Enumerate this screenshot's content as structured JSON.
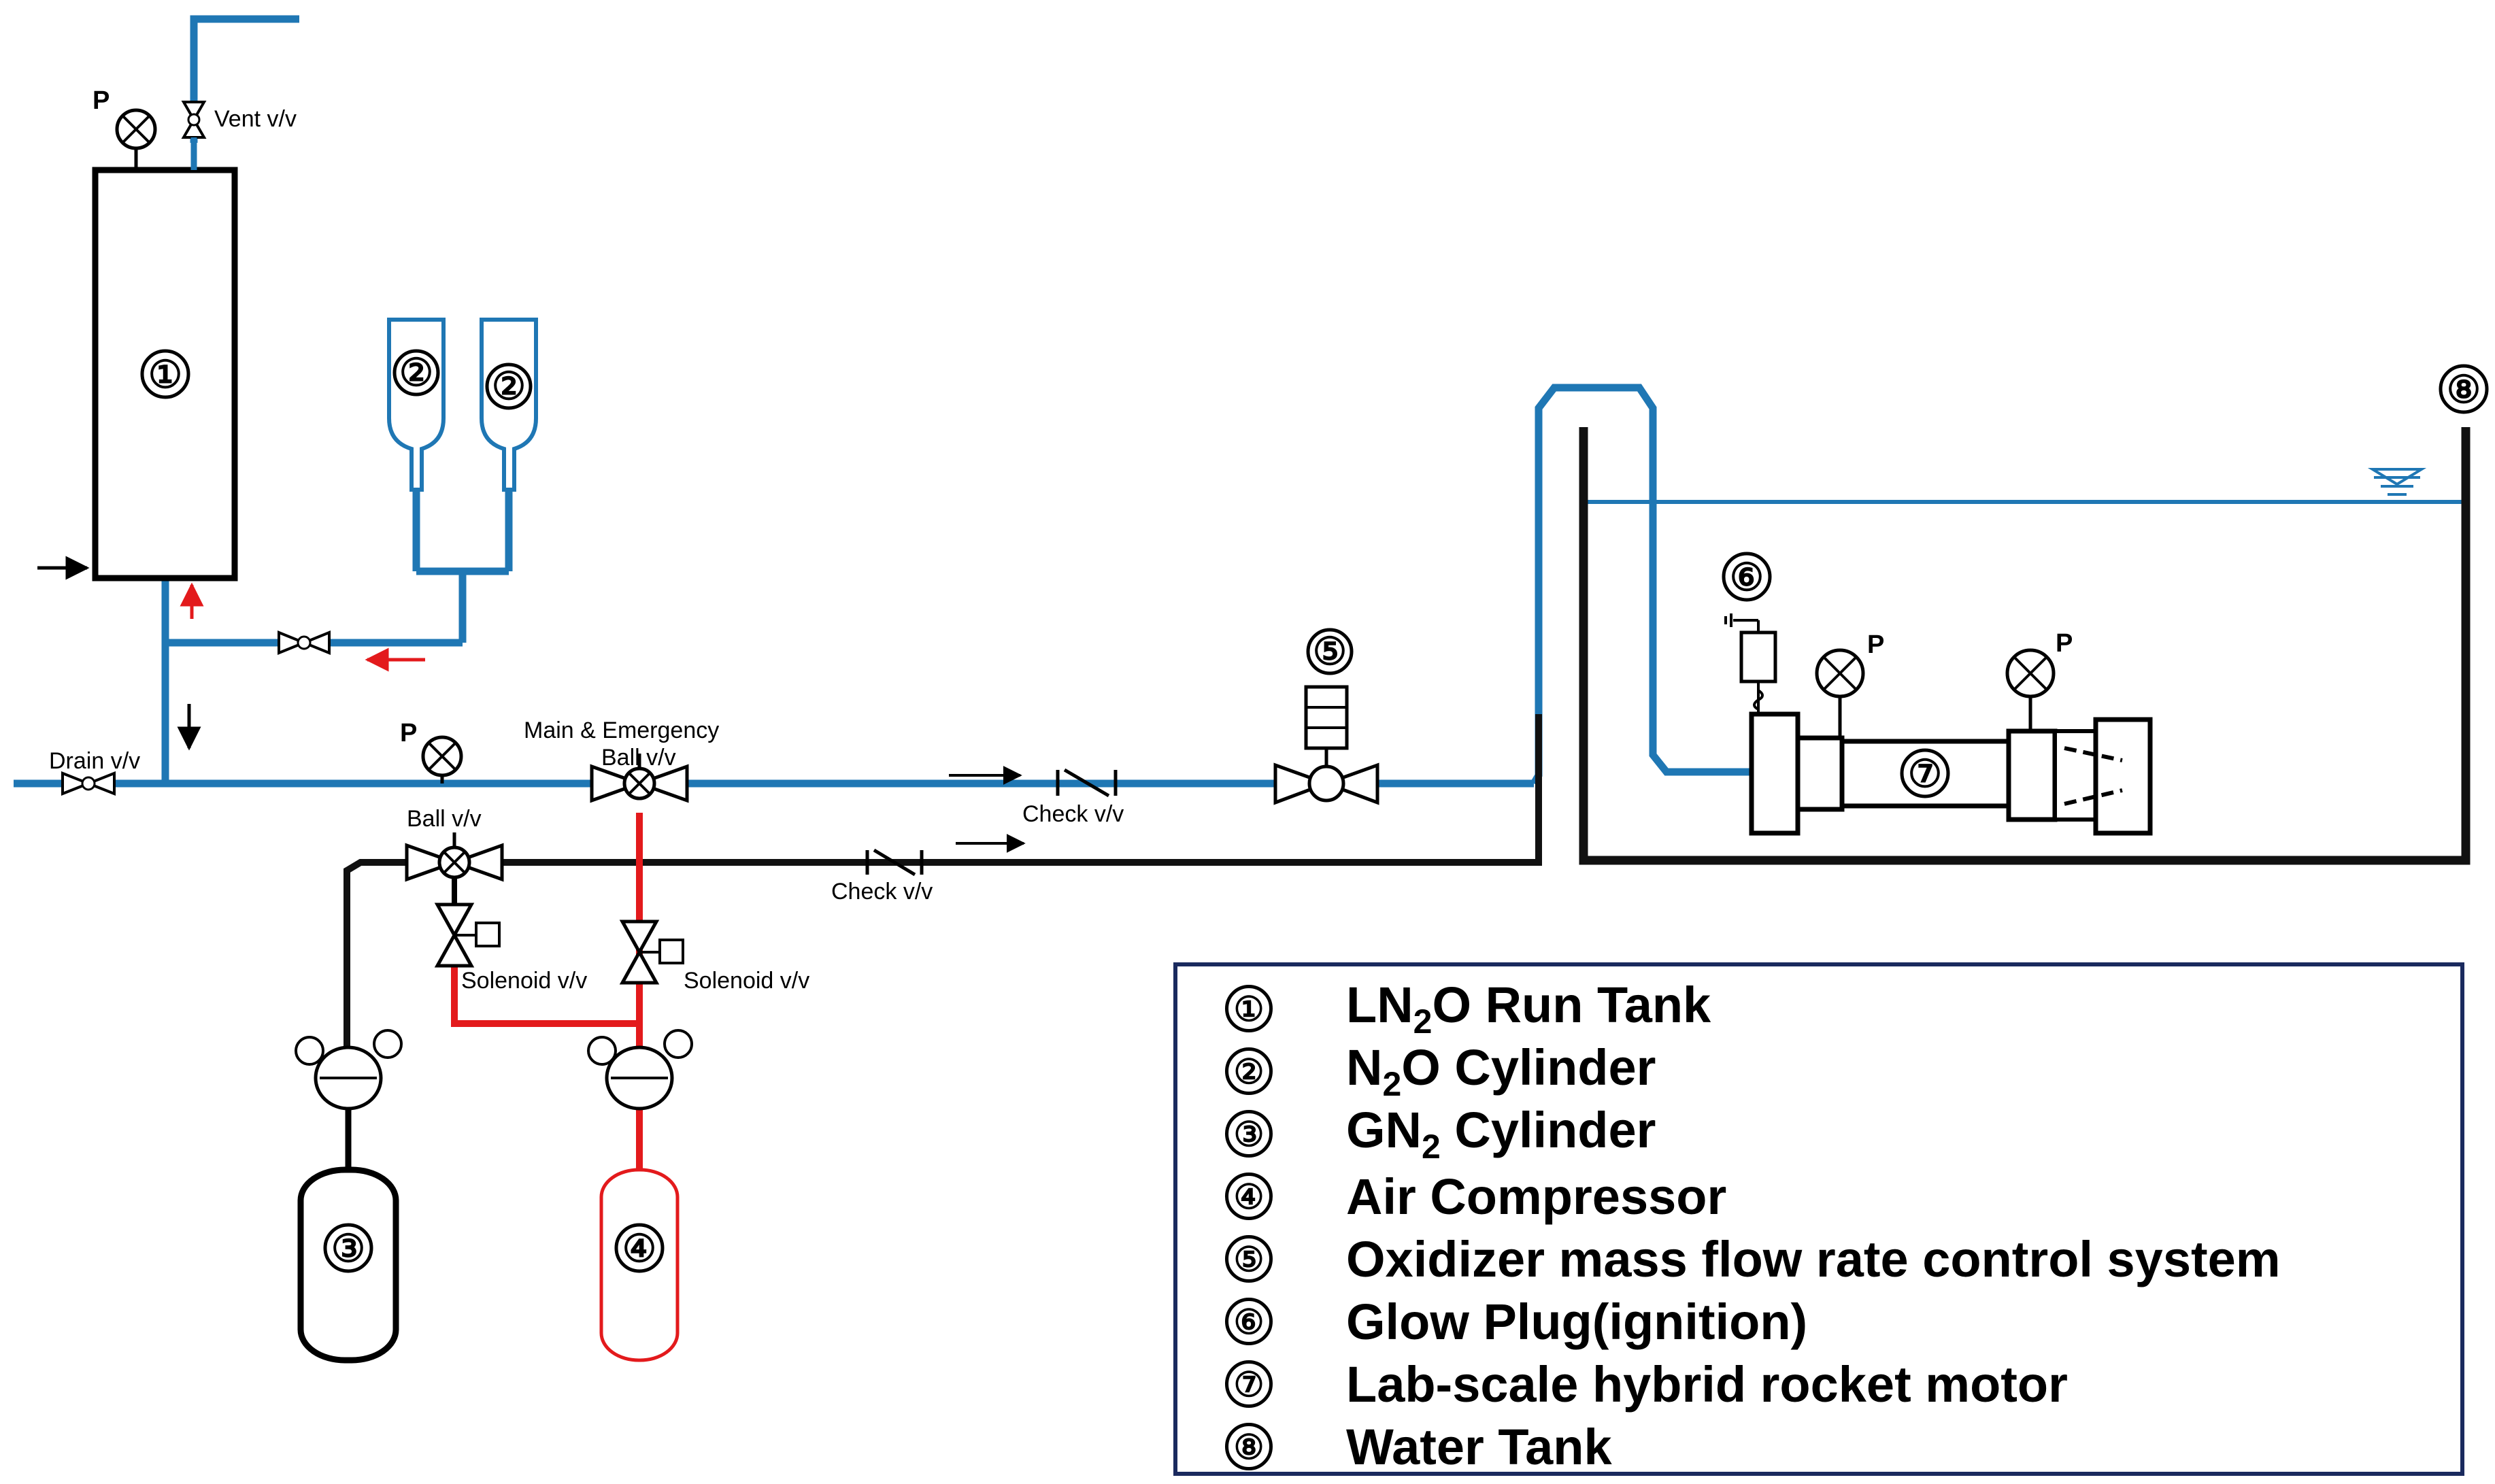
{
  "colors": {
    "oxidizer_line": "#1f77b4",
    "nitrogen_line": "#111111",
    "air_line": "#e31a1c",
    "legend_border": "#1a2a5e"
  },
  "labels": {
    "vent_valve": "Vent v/v",
    "drain_valve": "Drain v/v",
    "main_emergency_1": "Main & Emergency",
    "main_emergency_2": "Ball v/v",
    "ball_valve": "Ball v/v",
    "check_valve_upper": "Check v/v",
    "check_valve_lower": "Check v/v",
    "solenoid_left": "Solenoid v/v",
    "solenoid_right": "Solenoid v/v",
    "pressure_tag": "P"
  },
  "component_numbers": {
    "run_tank": "①",
    "n2o_cylinder": "②",
    "gn2_cylinder": "③",
    "air_compressor": "④",
    "flow_control": "⑤",
    "glow_plug": "⑥",
    "motor": "⑦",
    "water_tank": "⑧"
  },
  "legend": [
    {
      "num": "①",
      "pre": "LN",
      "sub": "2",
      "post": "O Run Tank"
    },
    {
      "num": "②",
      "pre": "N",
      "sub": "2",
      "post": "O Cylinder"
    },
    {
      "num": "③",
      "pre": "GN",
      "sub": "2",
      "post": " Cylinder"
    },
    {
      "num": "④",
      "pre": "Air Compressor",
      "sub": "",
      "post": ""
    },
    {
      "num": "⑤",
      "pre": "Oxidizer mass flow rate control system",
      "sub": "",
      "post": ""
    },
    {
      "num": "⑥",
      "pre": "Glow Plug(ignition)",
      "sub": "",
      "post": ""
    },
    {
      "num": "⑦",
      "pre": "Lab-scale hybrid rocket motor",
      "sub": "",
      "post": ""
    },
    {
      "num": "⑧",
      "pre": "Water Tank",
      "sub": "",
      "post": ""
    }
  ]
}
